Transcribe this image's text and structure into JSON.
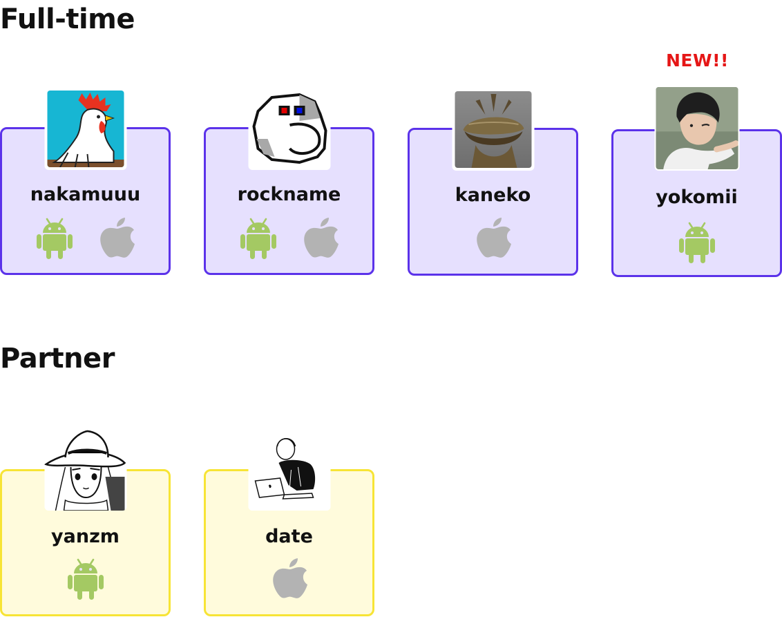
{
  "sections": {
    "full_time": {
      "title": "Full-time",
      "members": [
        {
          "name": "nakamuuu",
          "platforms": [
            "android",
            "apple"
          ],
          "avatar": "rooster-avatar"
        },
        {
          "name": "rockname",
          "platforms": [
            "android",
            "apple"
          ],
          "avatar": "pixel-robot-avatar"
        },
        {
          "name": "kaneko",
          "platforms": [
            "apple"
          ],
          "avatar": "monster-figure-avatar"
        },
        {
          "name": "yokomii",
          "platforms": [
            "android"
          ],
          "avatar": "person-pointing-avatar",
          "badge": "NEW!!"
        }
      ]
    },
    "partner": {
      "title": "Partner",
      "members": [
        {
          "name": "yanzm",
          "platforms": [
            "android"
          ],
          "avatar": "manga-girl-avatar"
        },
        {
          "name": "date",
          "platforms": [
            "apple"
          ],
          "avatar": "laptop-sketch-avatar"
        }
      ]
    }
  },
  "colors": {
    "full_border": "#5b32ea",
    "full_bg": "#e6e0fe",
    "partner_border": "#f7e435",
    "partner_bg": "#fffbdc",
    "android": "#a4c963",
    "apple": "#b3b3b3",
    "badge": "#e51616"
  }
}
